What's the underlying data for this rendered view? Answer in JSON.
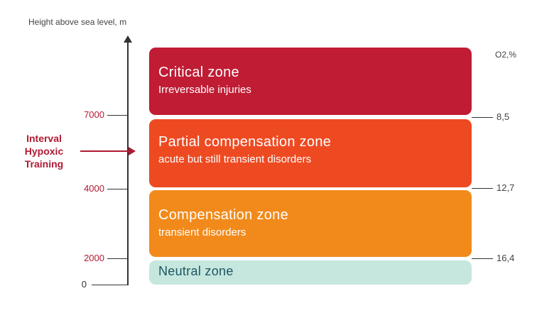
{
  "axis_title": "Height above sea level, m",
  "o2_header": "O2,%",
  "intervention": {
    "label_lines": [
      "Interval",
      "Hypoxic",
      "Training"
    ],
    "color": "#b11a32"
  },
  "altitude_ticks": [
    {
      "label": "7000",
      "color": "#b11a32"
    },
    {
      "label": "4000",
      "color": "#b11a32"
    },
    {
      "label": "2000",
      "color": "#b11a32"
    },
    {
      "label": "0",
      "color": "#333333"
    }
  ],
  "o2_ticks": [
    "8,5",
    "12,7",
    "16,4"
  ],
  "zones": [
    {
      "title": "Critical zone",
      "subtitle": "Irreversable injuries",
      "color": "#c01c34",
      "text_color": "#ffffff"
    },
    {
      "title": "Partial compensation zone",
      "subtitle": "acute but still transient disorders",
      "color": "#ee4a22",
      "text_color": "#ffffff"
    },
    {
      "title": "Compensation zone",
      "subtitle": "transient disorders",
      "color": "#f28a1b",
      "text_color": "#ffffff"
    },
    {
      "title": "Neutral zone",
      "subtitle": "",
      "color": "#c5e7de",
      "text_color": "#1f5560"
    }
  ]
}
